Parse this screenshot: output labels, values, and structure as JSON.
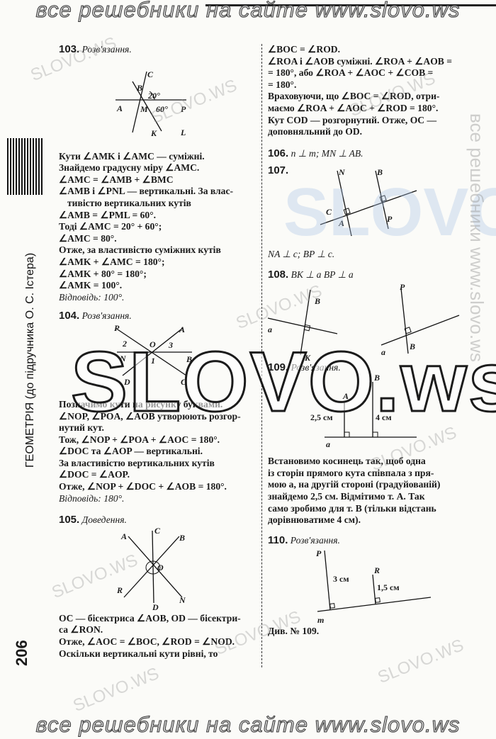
{
  "banner": "все решебники на сайте www.slovo.ws",
  "watermark": {
    "small": "SLOVO.WS",
    "big": "SLOVO.ws",
    "side": "все решебники www.slovo.ws"
  },
  "sidebar": {
    "title": "ГЕОМЕТРІЯ (до підручника О. С. Істера)",
    "page": "206"
  },
  "p103": {
    "num": "103.",
    "head": "Розв'язання.",
    "fig": {
      "B": "B",
      "C": "C",
      "A": "A",
      "M": "M",
      "P": "P",
      "K": "K",
      "L": "L",
      "a20": "20°",
      "a60": "60°"
    },
    "lines": [
      "Кути ∠AMK і ∠AMC — суміжні.",
      "Знайдемо градусну міру ∠AMC.",
      "∠AMC = ∠AMB + ∠BMC",
      "∠AMB і ∠PNL — вертикальні. За влас-",
      "тивістю вертикальних кутів",
      "∠AMB = ∠PML = 60°.",
      "Тоді ∠AMC = 20° + 60°;",
      "∠AMC = 80°.",
      "Отже, за властивістю суміжних кутів",
      "∠AMK + ∠AMC = 180°;",
      "∠AMK + 80° = 180°;",
      "∠AMK = 100°.",
      "Відповідь: 100°."
    ]
  },
  "p104": {
    "num": "104.",
    "head": "Розв'язання.",
    "fig": {
      "P": "P",
      "A": "A",
      "N": "N",
      "O": "O",
      "B": "B",
      "D": "D",
      "C": "C",
      "n1": "1",
      "n2": "2",
      "n3": "3"
    },
    "lines": [
      "Позначимо кути на рисунку буквами.",
      "∠NOP, ∠POA, ∠AOB утворюють розгор-",
      "нутий кут.",
      "Тож, ∠NOP + ∠POA + ∠AOC = 180°.",
      "∠DOC та ∠AOP — вертикальні.",
      "За властивістю вертикальних кутів",
      "∠DOC = ∠AOP.",
      "Отже, ∠NOP + ∠DOC + ∠AOB = 180°.",
      "Відповідь: 180°."
    ]
  },
  "p105": {
    "num": "105.",
    "head": "Доведення.",
    "fig": {
      "A": "A",
      "C": "C",
      "B": "B",
      "O": "O",
      "R": "R",
      "D": "D",
      "N": "N"
    },
    "lines": [
      "OC — бісектриса ∠AOB, OD — бісектри-",
      "са ∠RON.",
      "Отже, ∠AOC = ∠BOC, ∠ROD = ∠NOD.",
      "Оскільки вертикальні кути рівні, то"
    ]
  },
  "right_top": [
    "∠BOC = ∠ROD.",
    "∠ROA і ∠AOB суміжні. ∠ROA + ∠AOB =",
    "= 180°, або ∠ROA + ∠AOC + ∠COB =",
    "= 180°.",
    "Враховуючи, що ∠BOC = ∠ROD, отри-",
    "маємо ∠ROA + ∠AOC + ∠ROD = 180°.",
    "Кут COD — розгорнутий. Отже, OC —",
    "доповняльний до OD."
  ],
  "p106": {
    "num": "106.",
    "text": "n ⊥ m; MN ⊥ AB."
  },
  "p107": {
    "num": "107.",
    "fig": {
      "N": "N",
      "B": "B",
      "C": "C",
      "A": "A",
      "P": "P"
    },
    "text": "NA ⊥ c; BP ⊥ c."
  },
  "p108": {
    "num": "108.",
    "text": "BK ⊥ a BP ⊥ a",
    "fig": {
      "B": "B",
      "a1": "a",
      "K": "K",
      "P": "P",
      "a2": "a",
      "B2": "B"
    }
  },
  "p109": {
    "num": "109.",
    "head": "Розв'язання.",
    "fig": {
      "A": "A",
      "B": "B",
      "d1": "2,5 см",
      "d2": "4 см",
      "a": "a"
    },
    "lines": [
      "Встановимо косинець так, щоб одна",
      "із сторін прямого кута співпала з пря-",
      "мою a, на другій стороні (градуйованій)",
      "знайдемо 2,5 см. Відмітимо т. A. Так",
      "само зробимо для т. B (тільки відстань",
      "дорівнюватиме 4 см)."
    ]
  },
  "p110": {
    "num": "110.",
    "head": "Розв'язання.",
    "fig": {
      "P": "P",
      "R": "R",
      "d1": "3 см",
      "d2": "1,5 см",
      "m": "m"
    },
    "foot": "Див. № 109."
  }
}
